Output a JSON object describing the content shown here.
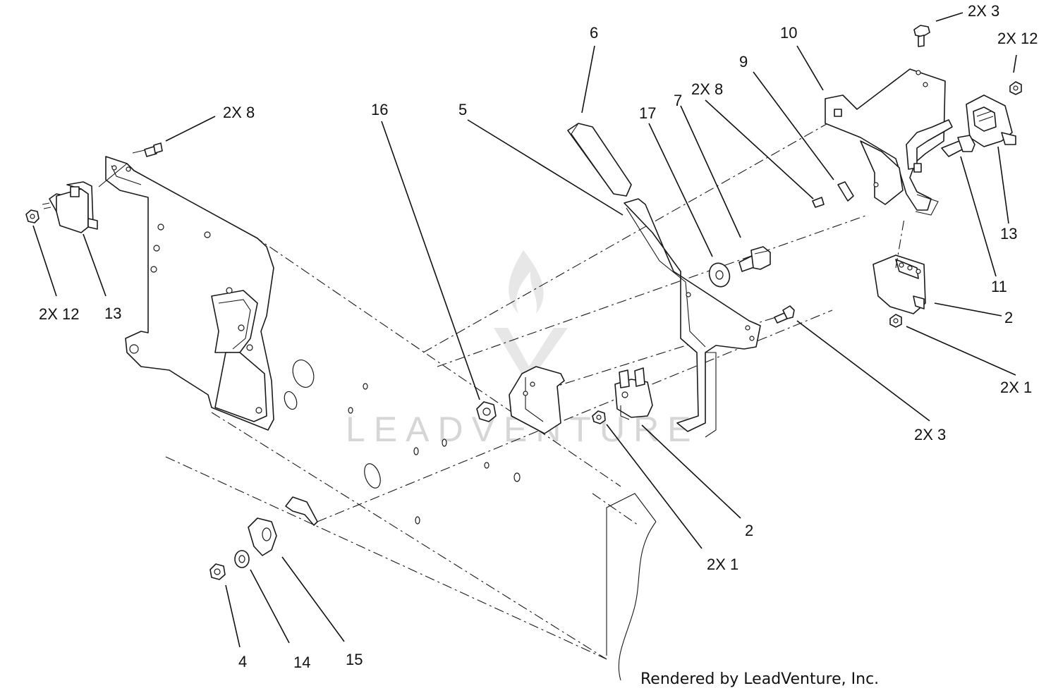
{
  "callouts": [
    {
      "id": "c-2x3-top",
      "text": "2X 3"
    },
    {
      "id": "c-2x12-right",
      "text": "2X 12"
    },
    {
      "id": "c-10",
      "text": "10"
    },
    {
      "id": "c-6",
      "text": "6"
    },
    {
      "id": "c-9",
      "text": "9"
    },
    {
      "id": "c-2x8-mid",
      "text": "2X 8"
    },
    {
      "id": "c-7",
      "text": "7"
    },
    {
      "id": "c-17",
      "text": "17"
    },
    {
      "id": "c-16",
      "text": "16"
    },
    {
      "id": "c-5",
      "text": "5"
    },
    {
      "id": "c-2x8-left",
      "text": "2X 8"
    },
    {
      "id": "c-13-right",
      "text": "13"
    },
    {
      "id": "c-11",
      "text": "11"
    },
    {
      "id": "c-2-right",
      "text": "2"
    },
    {
      "id": "c-2x1-right",
      "text": "2X 1"
    },
    {
      "id": "c-2x3-mid",
      "text": "2X 3"
    },
    {
      "id": "c-2x12-left",
      "text": "2X 12"
    },
    {
      "id": "c-13-left",
      "text": "13"
    },
    {
      "id": "c-2-mid",
      "text": "2"
    },
    {
      "id": "c-2x1-mid",
      "text": "2X 1"
    },
    {
      "id": "c-4",
      "text": "4"
    },
    {
      "id": "c-14",
      "text": "14"
    },
    {
      "id": "c-15",
      "text": "15"
    }
  ],
  "watermark": "LEADVENTURE",
  "credit": "Rendered by LeadVenture, Inc."
}
